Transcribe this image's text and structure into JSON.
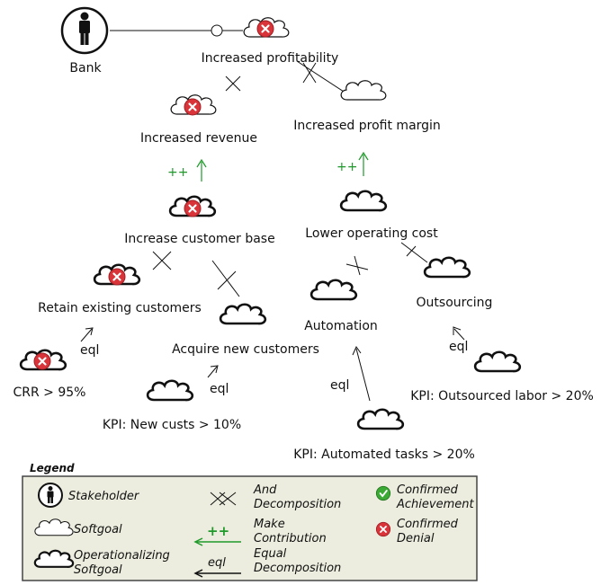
{
  "stakeholder": {
    "label": "Bank"
  },
  "goals": {
    "increased_profitability": "Increased profitability",
    "increased_revenue": "Increased revenue",
    "increased_profit_margin": "Increased profit margin",
    "increase_customer_base": "Increase customer base",
    "lower_operating_cost": "Lower operating cost",
    "retain_existing_customers": "Retain existing customers",
    "acquire_new_customers": "Acquire new customers",
    "automation": "Automation",
    "outsourcing": "Outsourcing",
    "kpi_crr": "CRR > 95%",
    "kpi_new_custs": "KPI: New custs > 10%",
    "kpi_automated_tasks": "KPI: Automated tasks > 20%",
    "kpi_outsourced_labor": "KPI: Outsourced labor > 20%"
  },
  "links": {
    "make_1": "++",
    "make_2": "++",
    "eql_1": "eql",
    "eql_2": "eql",
    "eql_3": "eql",
    "eql_4": "eql"
  },
  "legend": {
    "title": "Legend",
    "stakeholder": "Stakeholder",
    "softgoal": "Softgoal",
    "op_softgoal_1": "Operationalizing",
    "op_softgoal_2": "Softgoal",
    "and_1": "And",
    "and_2": "Decomposition",
    "make_symbol": "++",
    "make_1": "Make",
    "make_2": "Contribution",
    "eql_symbol": "eql",
    "eql_1": "Equal",
    "eql_2": "Decomposition",
    "confirmed_ach_1": "Confirmed",
    "confirmed_ach_2": "Achievement",
    "confirmed_den_1": "Confirmed",
    "confirmed_den_2": "Denial"
  },
  "colors": {
    "denial_red": "#d9343a",
    "achievement_green": "#3aaa35",
    "make_green": "#1f9a2a",
    "legend_bg": "#ecedde"
  }
}
